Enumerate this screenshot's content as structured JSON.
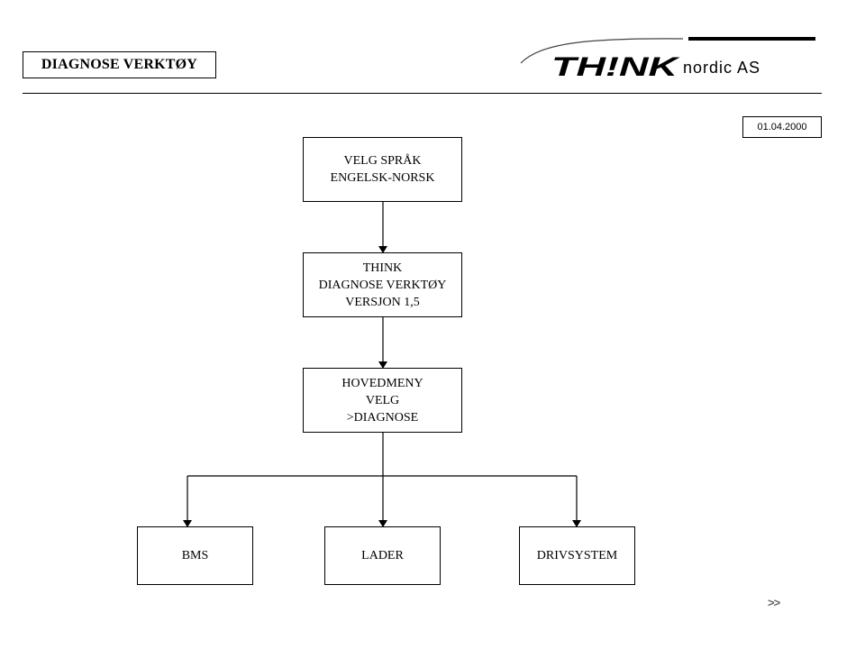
{
  "header": {
    "title": "DIAGNOSE VERKTØY",
    "date": "01.04.2000",
    "logo": {
      "brand": "TH!NK",
      "suffix": "nordic AS"
    }
  },
  "flow": {
    "language": {
      "line1": "VELG SPRÅK",
      "line2": "ENGELSK-NORSK"
    },
    "version": {
      "line1": "THINK",
      "line2": "DIAGNOSE VERKTØY",
      "line3": "VERSJON 1,5"
    },
    "main_menu": {
      "line1": "HOVEDMENY",
      "line2": "VELG",
      "line3": ">DIAGNOSE"
    },
    "options": {
      "bms": "BMS",
      "lader": "LADER",
      "drivsystem": "DRIVSYSTEM"
    }
  },
  "navigation": {
    "next": ">>"
  }
}
